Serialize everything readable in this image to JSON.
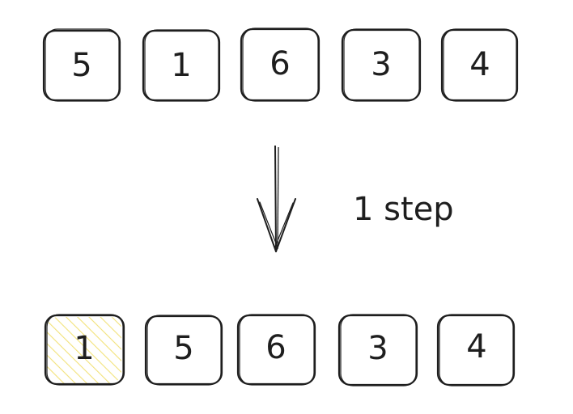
{
  "diagram": {
    "before": {
      "items": [
        {
          "label": "5",
          "highlighted": false
        },
        {
          "label": "1",
          "highlighted": false
        },
        {
          "label": "6",
          "highlighted": false
        },
        {
          "label": "3",
          "highlighted": false
        },
        {
          "label": "4",
          "highlighted": false
        }
      ]
    },
    "transition": {
      "label": "1 step"
    },
    "after": {
      "items": [
        {
          "label": "1",
          "highlighted": true
        },
        {
          "label": "5",
          "highlighted": false
        },
        {
          "label": "6",
          "highlighted": false
        },
        {
          "label": "3",
          "highlighted": false
        },
        {
          "label": "4",
          "highlighted": false
        }
      ]
    },
    "colors": {
      "stroke": "#1e1e1e",
      "highlight_hatch": "#f2e27a",
      "background": "#ffffff"
    }
  }
}
